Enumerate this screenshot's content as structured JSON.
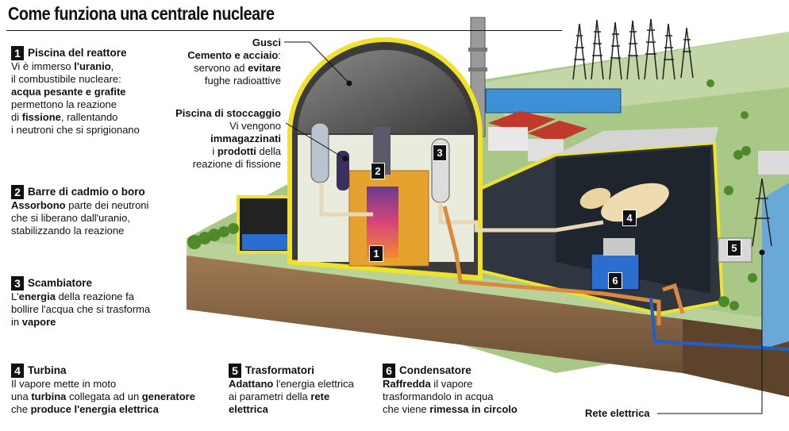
{
  "title": "Come funziona una centrale nucleare",
  "blocks": {
    "b1": {
      "number": "1",
      "heading": "Piscina del reattore",
      "lines": [
        [
          {
            "t": "Vi è immerso "
          },
          {
            "t": "l'uranio",
            "b": true
          },
          {
            "t": ","
          }
        ],
        [
          {
            "t": "il combustibile nucleare:"
          }
        ],
        [
          {
            "t": "acqua pesante e grafite",
            "b": true
          }
        ],
        [
          {
            "t": "permettono la reazione"
          }
        ],
        [
          {
            "t": "di "
          },
          {
            "t": "fissione",
            "b": true
          },
          {
            "t": ", rallentando"
          }
        ],
        [
          {
            "t": "i neutroni che si sprigionano"
          }
        ]
      ]
    },
    "b2": {
      "number": "2",
      "heading": "Barre di cadmio o boro",
      "lines": [
        [
          {
            "t": "Assorbono",
            "b": true
          },
          {
            "t": " parte dei neutroni"
          }
        ],
        [
          {
            "t": "che si liberano dall'uranio,"
          }
        ],
        [
          {
            "t": "stabilizzando la reazione"
          }
        ]
      ]
    },
    "b3": {
      "number": "3",
      "heading": "Scambiatore",
      "lines": [
        [
          {
            "t": "L'"
          },
          {
            "t": "energia",
            "b": true
          },
          {
            "t": " della reazione fa"
          }
        ],
        [
          {
            "t": "bollire l'acqua che si trasforma"
          }
        ],
        [
          {
            "t": "in "
          },
          {
            "t": "vapore",
            "b": true
          }
        ]
      ]
    },
    "b4": {
      "number": "4",
      "heading": "Turbina",
      "lines": [
        [
          {
            "t": "Il vapore mette in moto"
          }
        ],
        [
          {
            "t": "una "
          },
          {
            "t": "turbina",
            "b": true
          },
          {
            "t": " collegata ad un "
          },
          {
            "t": "generatore",
            "b": true
          }
        ],
        [
          {
            "t": "che "
          },
          {
            "t": "produce l'energia elettrica",
            "b": true
          }
        ]
      ]
    },
    "b5": {
      "number": "5",
      "heading": "Trasformatori",
      "lines": [
        [
          {
            "t": "Adattano",
            "b": true
          },
          {
            "t": " l'energia elettrica"
          }
        ],
        [
          {
            "t": "ai parametri della "
          },
          {
            "t": "rete",
            "b": true
          }
        ],
        [
          {
            "t": "elettrica",
            "b": true
          }
        ]
      ]
    },
    "b6": {
      "number": "6",
      "heading": "Condensatore",
      "lines": [
        [
          {
            "t": "Raffredda",
            "b": true
          },
          {
            "t": " il vapore"
          }
        ],
        [
          {
            "t": "trasformandolo in acqua"
          }
        ],
        [
          {
            "t": "che viene "
          },
          {
            "t": "rimessa in circolo",
            "b": true
          }
        ]
      ]
    },
    "gusci": {
      "lines": [
        [
          {
            "t": "Gusci",
            "b": true
          }
        ],
        [
          {
            "t": "Cemento e acciaio",
            "b": true
          },
          {
            "t": ":"
          }
        ],
        [
          {
            "t": "servono ad "
          },
          {
            "t": "evitare",
            "b": true
          }
        ],
        [
          {
            "t": "fughe radioattive"
          }
        ]
      ]
    },
    "stoccaggio": {
      "lines": [
        [
          {
            "t": "Piscina di stoccaggio",
            "b": true
          }
        ],
        [
          {
            "t": "Vi vengono"
          }
        ],
        [
          {
            "t": "immagazzinati",
            "b": true
          }
        ],
        [
          {
            "t": "i "
          },
          {
            "t": "prodotti",
            "b": true
          },
          {
            "t": " della"
          }
        ],
        [
          {
            "t": "reazione di fissione"
          }
        ]
      ]
    }
  },
  "rete_label": "Rete elettrica",
  "markers": [
    "1",
    "2",
    "3",
    "4",
    "5",
    "6"
  ],
  "colors": {
    "containment": "#f0e22a",
    "ground": "#8a6a4a",
    "grass": "#9dbf7a",
    "water": "#2a6fd0",
    "pipe_orange": "#d98a3a",
    "reactor_core": "#e8a020"
  }
}
